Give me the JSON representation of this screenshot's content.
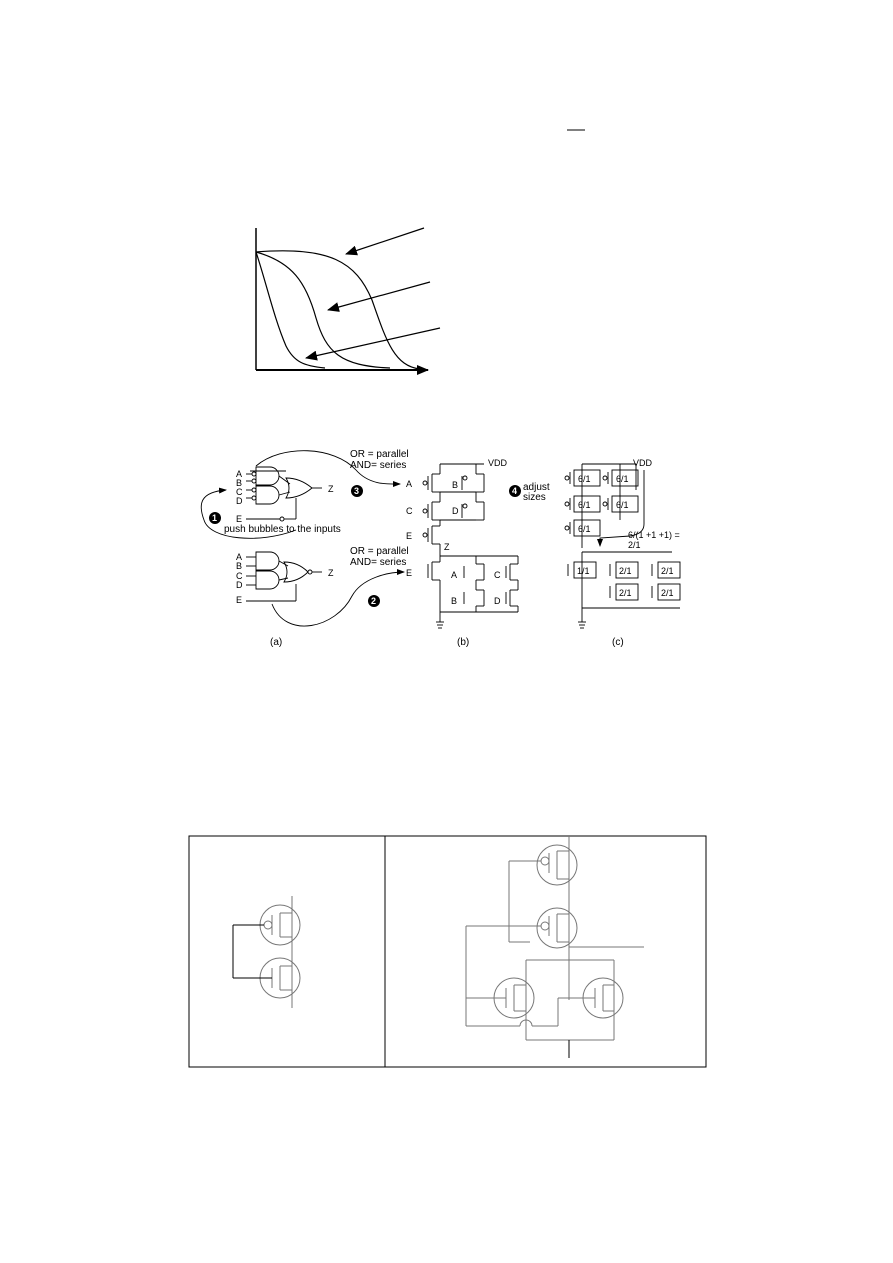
{
  "diagram": {
    "or_label_1": "OR = parallel",
    "and_label_1": "AND= series",
    "or_label_2": "OR = parallel",
    "and_label_2": "AND= series",
    "push_text": "push bubbles to the inputs",
    "adjust_line_1": "adjust",
    "adjust_line_2": "sizes",
    "vdd_b": "VDD",
    "vdd_c": "VDD",
    "sizing_line_1": "6/(1 +1 +1) =",
    "sizing_line_2": "2/1",
    "step_marks": [
      "1",
      "2",
      "3",
      "4"
    ],
    "gate_inputs": [
      "A",
      "B",
      "C",
      "D",
      "E"
    ],
    "output": "Z",
    "caption_a": "(a)",
    "caption_b": "(b)",
    "caption_c": "(c)",
    "sizes": {
      "p_top_left": "6/1",
      "p_top_right": "6/1",
      "p_mid_left": "6/1",
      "p_mid_right": "6/1",
      "p_e": "6/1",
      "n_e": "1/1",
      "n_a": "2/1",
      "n_c": "2/1",
      "n_b": "2/1",
      "n_d": "2/1"
    }
  }
}
